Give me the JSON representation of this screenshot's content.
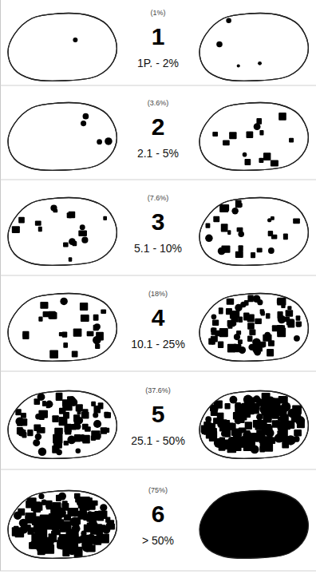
{
  "diagram": {
    "labels": [
      "(1%)",
      "1",
      "1P. - 2%",
      "(3.6%)",
      "2",
      "2.1 - 5%",
      "(7.6%)",
      "3",
      "5.1 - 10%",
      "(18%)",
      "4",
      "10.1 - 25%",
      "(37.6%)",
      "5",
      "25.1 - 50%",
      "(75%)",
      "6",
      "> 50%"
    ]
  }
}
